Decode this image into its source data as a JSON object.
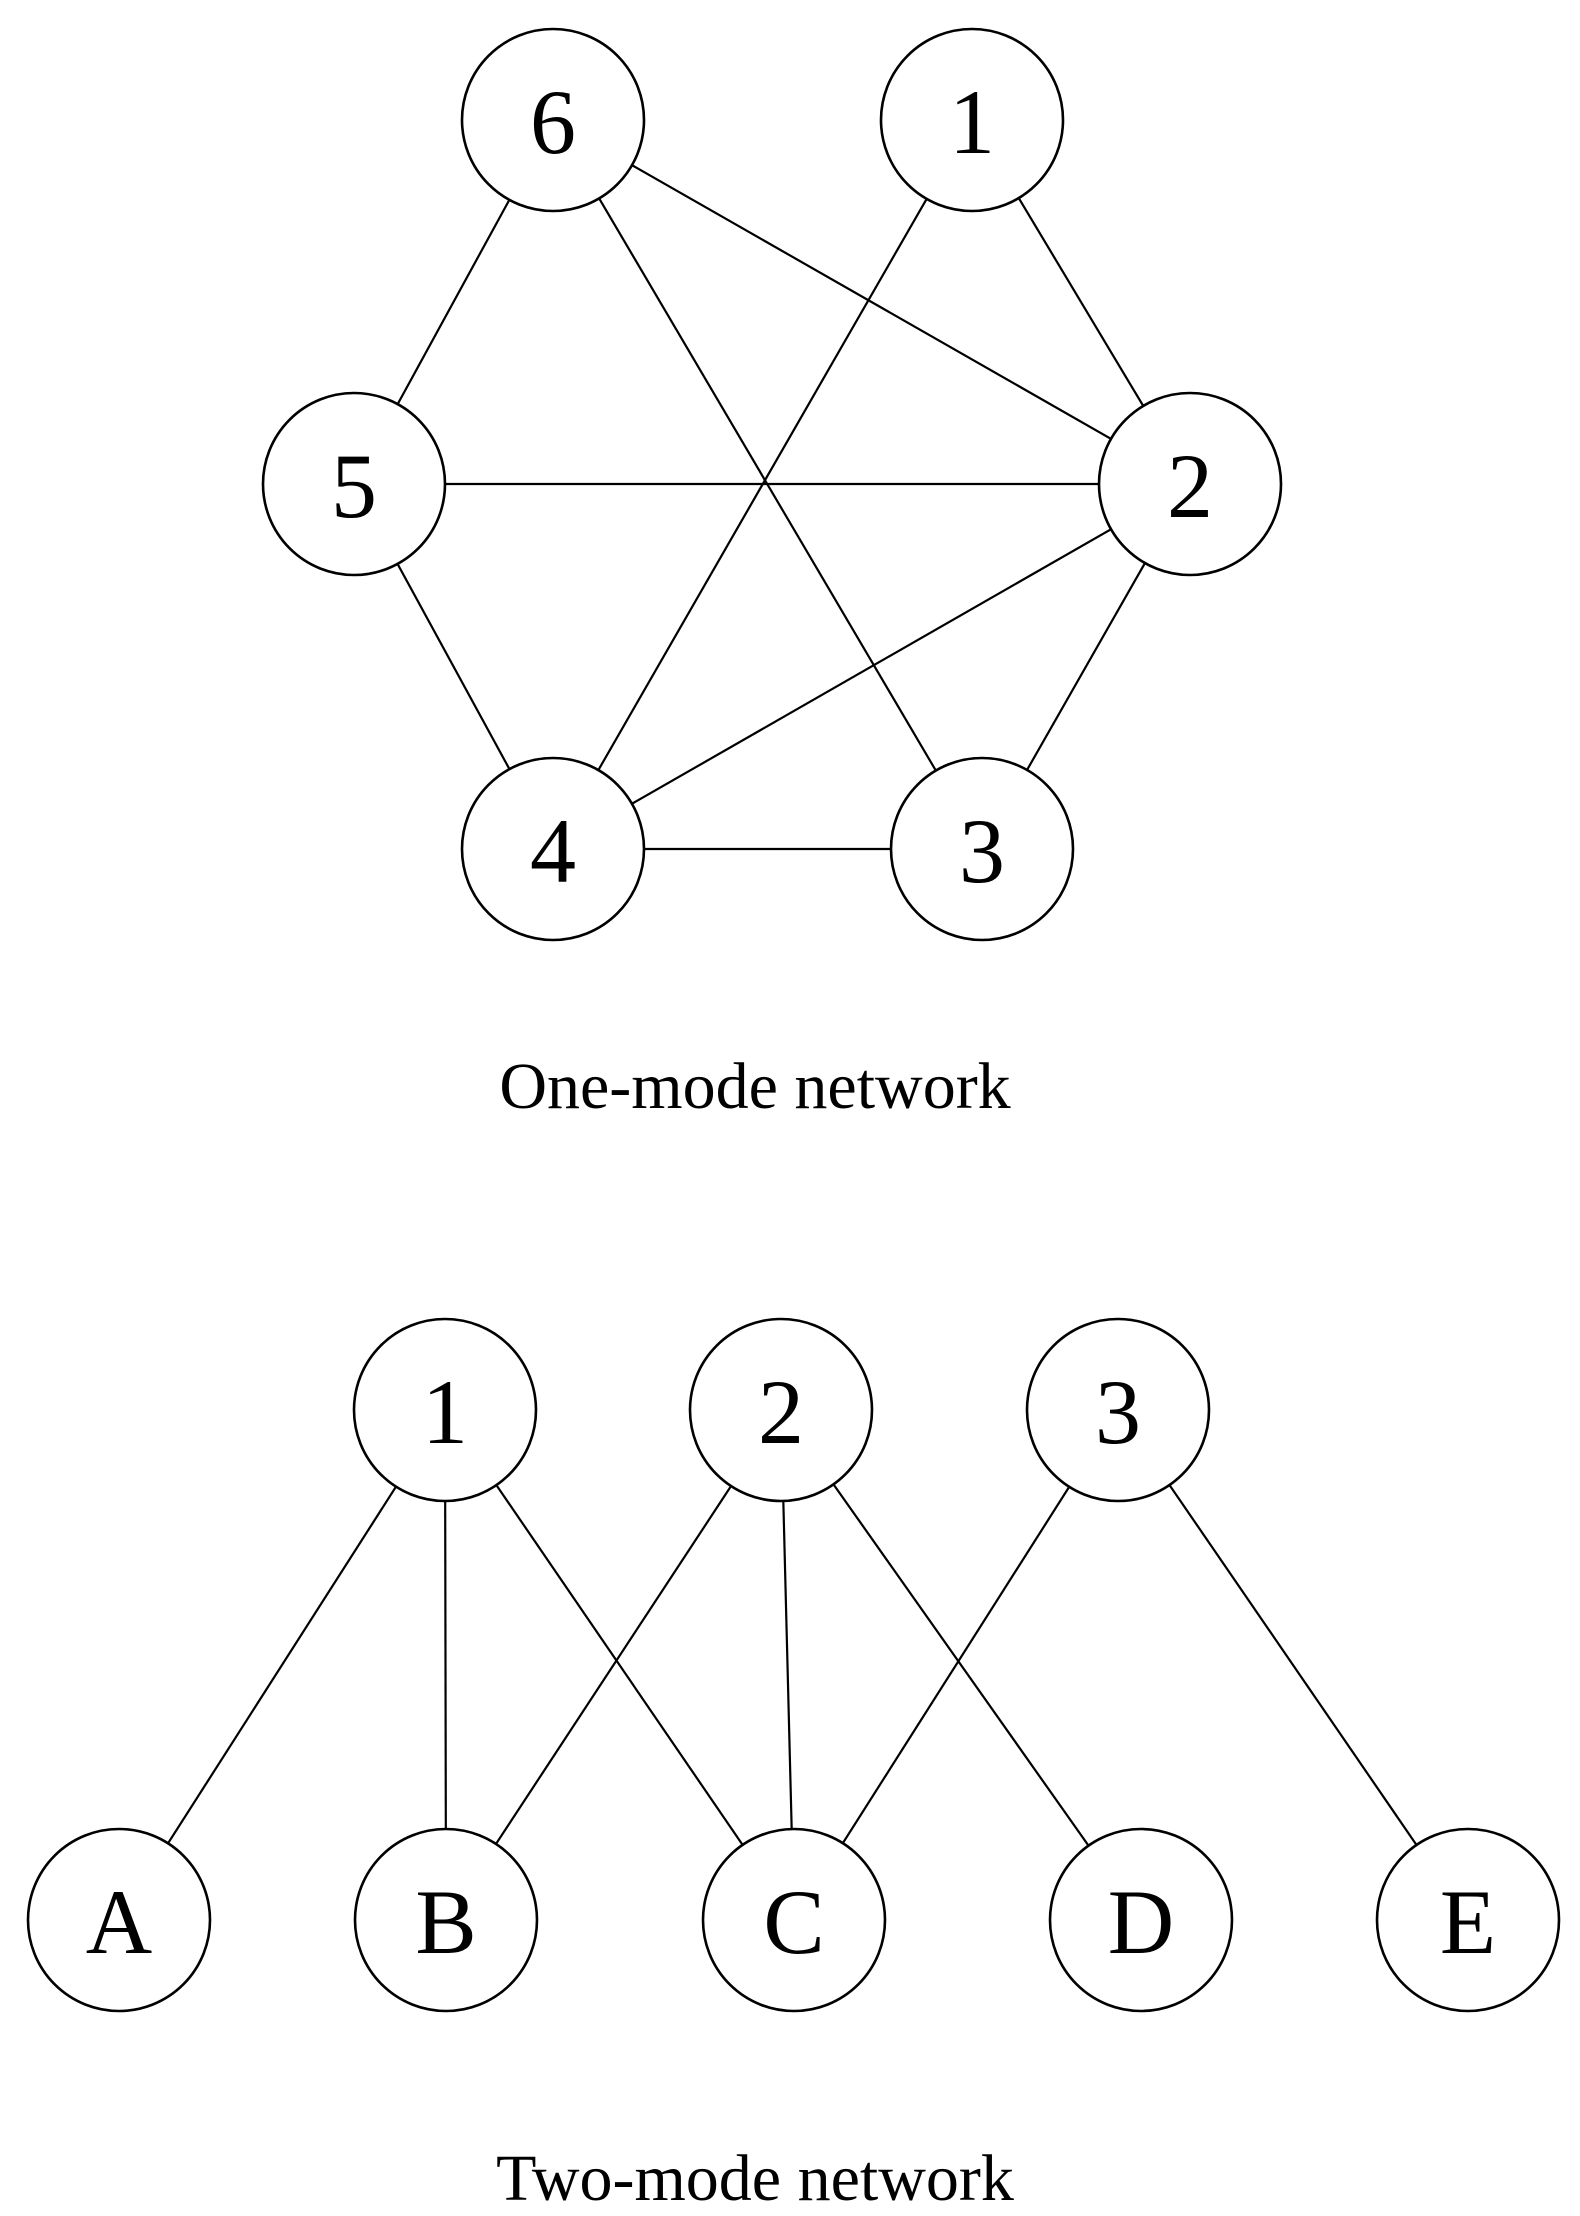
{
  "one_mode": {
    "caption": "One-mode network",
    "nodes": [
      "6",
      "1",
      "5",
      "2",
      "4",
      "3"
    ],
    "edges": [
      [
        "6",
        "5"
      ],
      [
        "6",
        "2"
      ],
      [
        "6",
        "3"
      ],
      [
        "1",
        "2"
      ],
      [
        "1",
        "4"
      ],
      [
        "5",
        "2"
      ],
      [
        "5",
        "4"
      ],
      [
        "2",
        "4"
      ],
      [
        "2",
        "3"
      ],
      [
        "4",
        "3"
      ]
    ]
  },
  "two_mode": {
    "caption": "Two-mode network",
    "top_nodes": [
      "1",
      "2",
      "3"
    ],
    "bottom_nodes": [
      "A",
      "B",
      "C",
      "D",
      "E"
    ],
    "edges": [
      [
        "1",
        "A"
      ],
      [
        "1",
        "B"
      ],
      [
        "1",
        "C"
      ],
      [
        "2",
        "B"
      ],
      [
        "2",
        "C"
      ],
      [
        "2",
        "D"
      ],
      [
        "3",
        "C"
      ],
      [
        "3",
        "E"
      ]
    ]
  },
  "colors": {
    "stroke": "#000000",
    "fill": "#ffffff",
    "background": "#ffffff"
  }
}
